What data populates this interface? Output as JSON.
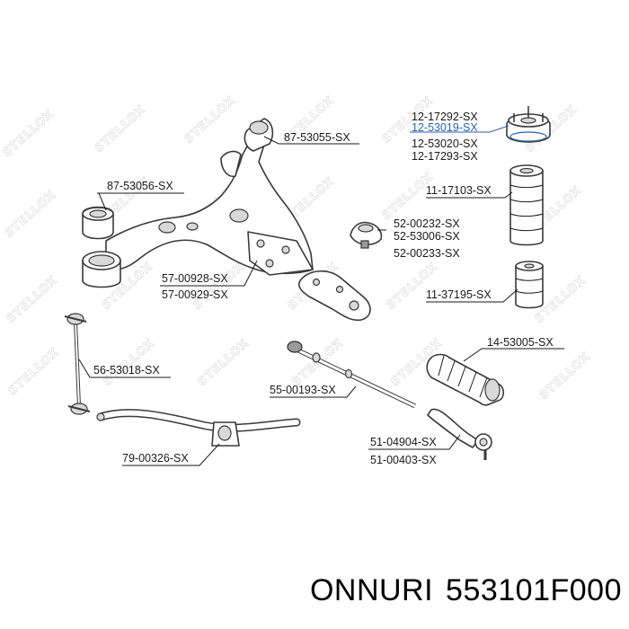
{
  "watermark": "STELLOX",
  "parts": [
    {
      "id": "p87_53055",
      "labels": [
        "87-53055-SX"
      ]
    },
    {
      "id": "p87_53056",
      "labels": [
        "87-53056-SX"
      ]
    },
    {
      "id": "p57",
      "labels": [
        "57-00928-SX",
        "57-00929-SX"
      ]
    },
    {
      "id": "p12",
      "labels": [
        "12-17292-SX",
        "12-53019-SX",
        "12-53020-SX",
        "12-17293-SX"
      ]
    },
    {
      "id": "p11_17103",
      "labels": [
        "11-17103-SX"
      ]
    },
    {
      "id": "p52",
      "labels": [
        "52-00232-SX",
        "52-53006-SX",
        "52-00233-SX"
      ]
    },
    {
      "id": "p11_37195",
      "labels": [
        "11-37195-SX"
      ]
    },
    {
      "id": "p14",
      "labels": [
        "14-53005-SX"
      ]
    },
    {
      "id": "p56",
      "labels": [
        "56-53018-SX"
      ]
    },
    {
      "id": "p55",
      "labels": [
        "55-00193-SX"
      ]
    },
    {
      "id": "p51",
      "labels": [
        "51-04904-SX",
        "51-00403-SX"
      ]
    },
    {
      "id": "p79",
      "labels": [
        "79-00326-SX"
      ]
    }
  ],
  "footer": {
    "brand": "ONNURI",
    "part_number": "553101F000"
  },
  "colors": {
    "highlight": "#2a62b8",
    "text": "#1a1a1a"
  }
}
